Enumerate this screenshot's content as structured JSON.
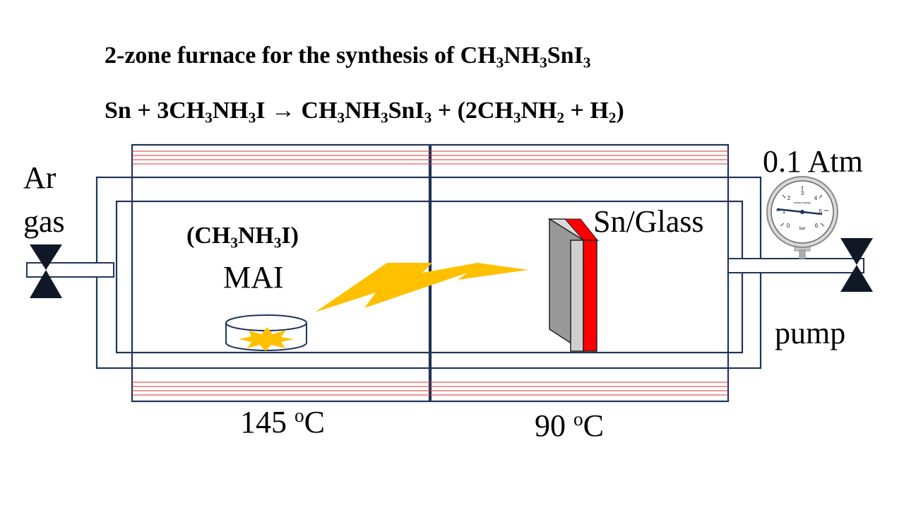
{
  "header": {
    "title_prefix": "2-zone furnace for the synthesis of ",
    "title_formula": {
      "p1": "CH",
      "s1": "3",
      "p2": "NH",
      "s2": "3",
      "p3": "SnI",
      "s3": "3"
    },
    "equation": {
      "a": "Sn + 3CH",
      "a_s1": "3",
      "b": "NH",
      "b_s1": "3",
      "c": "I → CH",
      "c_s1": "3",
      "d": "NH",
      "d_s1": "3",
      "e": "SnI",
      "e_s1": "3",
      "f": " + (2CH",
      "f_s1": "3",
      "g": "NH",
      "g_s1": "2",
      "h": " + H",
      "h_s1": "2",
      "i": ")"
    }
  },
  "labels": {
    "ar_line1": "Ar",
    "ar_line2": "gas",
    "pressure": "0.1 Atm",
    "substrate": "Sn/Glass",
    "pump": "pump",
    "mai_formula": {
      "open": "(CH",
      "s1": "3",
      "mid": "NH",
      "s2": "3",
      "close": "I)"
    },
    "mai": "MAI",
    "zone1_temp_value": "145 ",
    "zone1_temp_sup": "o",
    "zone1_temp_unit": "C",
    "zone2_temp_value": "90 ",
    "zone2_temp_sup": "o",
    "zone2_temp_unit": "C"
  },
  "gauge": {
    "ticks": [
      "0",
      "1",
      "2",
      "3",
      "4",
      "5",
      "6"
    ],
    "unit": "bar",
    "brand": "pressure gauge"
  },
  "colors": {
    "heater_lines": "#e03030",
    "frame": "#1f3558",
    "vapor": "#ffc000",
    "substrate_front": "#ff0000",
    "substrate_side": "#999999"
  }
}
